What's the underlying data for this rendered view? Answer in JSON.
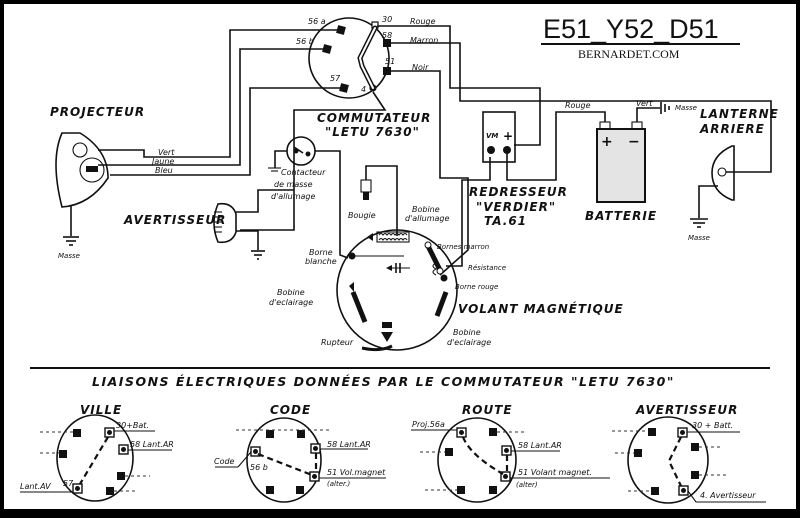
{
  "header": {
    "title": "E51_Y52_D51",
    "website": "BERNARDET.COM"
  },
  "components": {
    "projecteur": "PROJECTEUR",
    "projecteur_masse": "Masse",
    "wire_vert": "Vert",
    "wire_jaune": "Jaune",
    "wire_bleu": "Bleu",
    "avertisseur": "AVERTISSEUR",
    "commutateur_line1": "COMMUTATEUR",
    "commutateur_line2": "\"LETU 7630\"",
    "commutateur_terminals": {
      "t56a": "56 a",
      "t56b": "56 b",
      "t57": "57",
      "t30": "30",
      "t58": "58",
      "t51": "51",
      "t4": "4"
    },
    "wire_rouge": "Rouge",
    "wire_marron": "Marron",
    "wire_noir": "Noir",
    "contacteur_line1": "Contacteur",
    "contacteur_line2": "de masse",
    "contacteur_line3": "d'allumage",
    "bougie": "Bougie",
    "bobine_allumage_line1": "Bobine",
    "bobine_allumage_line2": "d'allumage",
    "borne_blanche_line1": "Borne",
    "borne_blanche_line2": "blanche",
    "bobine_eclairage_left_line1": "Bobine",
    "bobine_eclairage_left_line2": "d'eclairage",
    "rupteur": "Rupteur",
    "bornes_marron": "Bornes marron",
    "resistance": "Résistance",
    "borne_rouge": "Borne rouge",
    "volant_magnetique": "VOLANT MAGNÉTIQUE",
    "bobine_eclairage_right_line1": "Bobine",
    "bobine_eclairage_right_line2": "d'eclairage",
    "redresseur_vm": "VM",
    "redresseur_plus": "+",
    "redresseur_line1": "REDRESSEUR",
    "redresseur_line2": "\"VERDIER\"",
    "redresseur_line3": "TA.61",
    "batterie_wire_rouge": "Rouge",
    "batterie_wire_vert": "Vert",
    "batterie_masse": "Masse",
    "batterie_plus": "+",
    "batterie_minus": "−",
    "batterie": "BATTERIE",
    "lanterne_line1": "LANTERNE",
    "lanterne_line2": "ARRIERE",
    "lanterne_masse": "Masse"
  },
  "liaisons": {
    "banner": "LIAISONS ÉLECTRIQUES DONNÉES PAR LE COMMUTATEUR \"LETU 7630\"",
    "diagrams": [
      {
        "title": "VILLE",
        "labels": [
          "30+Bat.",
          "58 Lant.AR",
          "Lant.AV",
          "57"
        ]
      },
      {
        "title": "CODE",
        "labels": [
          "58 Lant.AR",
          "Code",
          "56 b",
          "51 Vol.magnet",
          "(alter.)"
        ]
      },
      {
        "title": "ROUTE",
        "labels": [
          "Proj.56a",
          "58 Lant.AR",
          "51 Volant magnet.",
          "(alter)"
        ]
      },
      {
        "title": "AVERTISSEUR",
        "labels": [
          "30 + Batt.",
          "4. Avertisseur"
        ]
      }
    ]
  }
}
